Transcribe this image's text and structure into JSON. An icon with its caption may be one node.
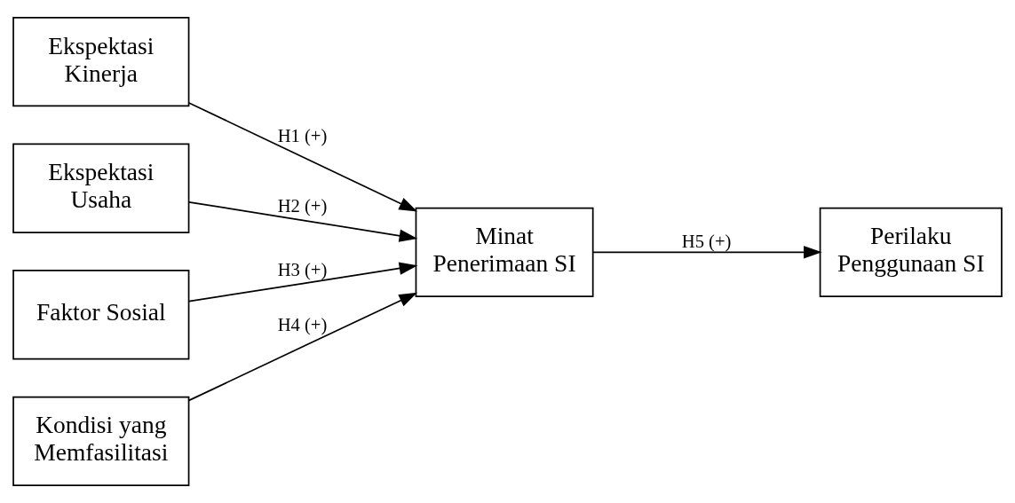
{
  "diagram": {
    "nodes": [
      {
        "text": [
          "Ekspektasi Kinerja"
        ]
      },
      {
        "text": [
          "Ekspektasi Usaha"
        ]
      },
      {
        "text": [
          "Faktor Sosial"
        ]
      },
      {
        "text": [
          "Kondisi yang Memfasilitasi"
        ]
      },
      {
        "text": [
          "Minat Penerimaan SI"
        ]
      },
      {
        "text": [
          "Perilaku Penggunaan SI"
        ]
      }
    ],
    "edges": [
      {
        "from": 0,
        "to": 4,
        "arrow": "to",
        "label": "H1 (+)"
      },
      {
        "from": 1,
        "to": 4,
        "arrow": "to",
        "label": "H2 (+)"
      },
      {
        "from": 2,
        "to": 4,
        "arrow": "to",
        "label": "H3 (+)"
      },
      {
        "from": 3,
        "to": 4,
        "arrow": "to",
        "label": "H4 (+)"
      },
      {
        "from": 4,
        "to": 5,
        "arrow": "to",
        "label": "H5 (+)"
      }
    ]
  }
}
